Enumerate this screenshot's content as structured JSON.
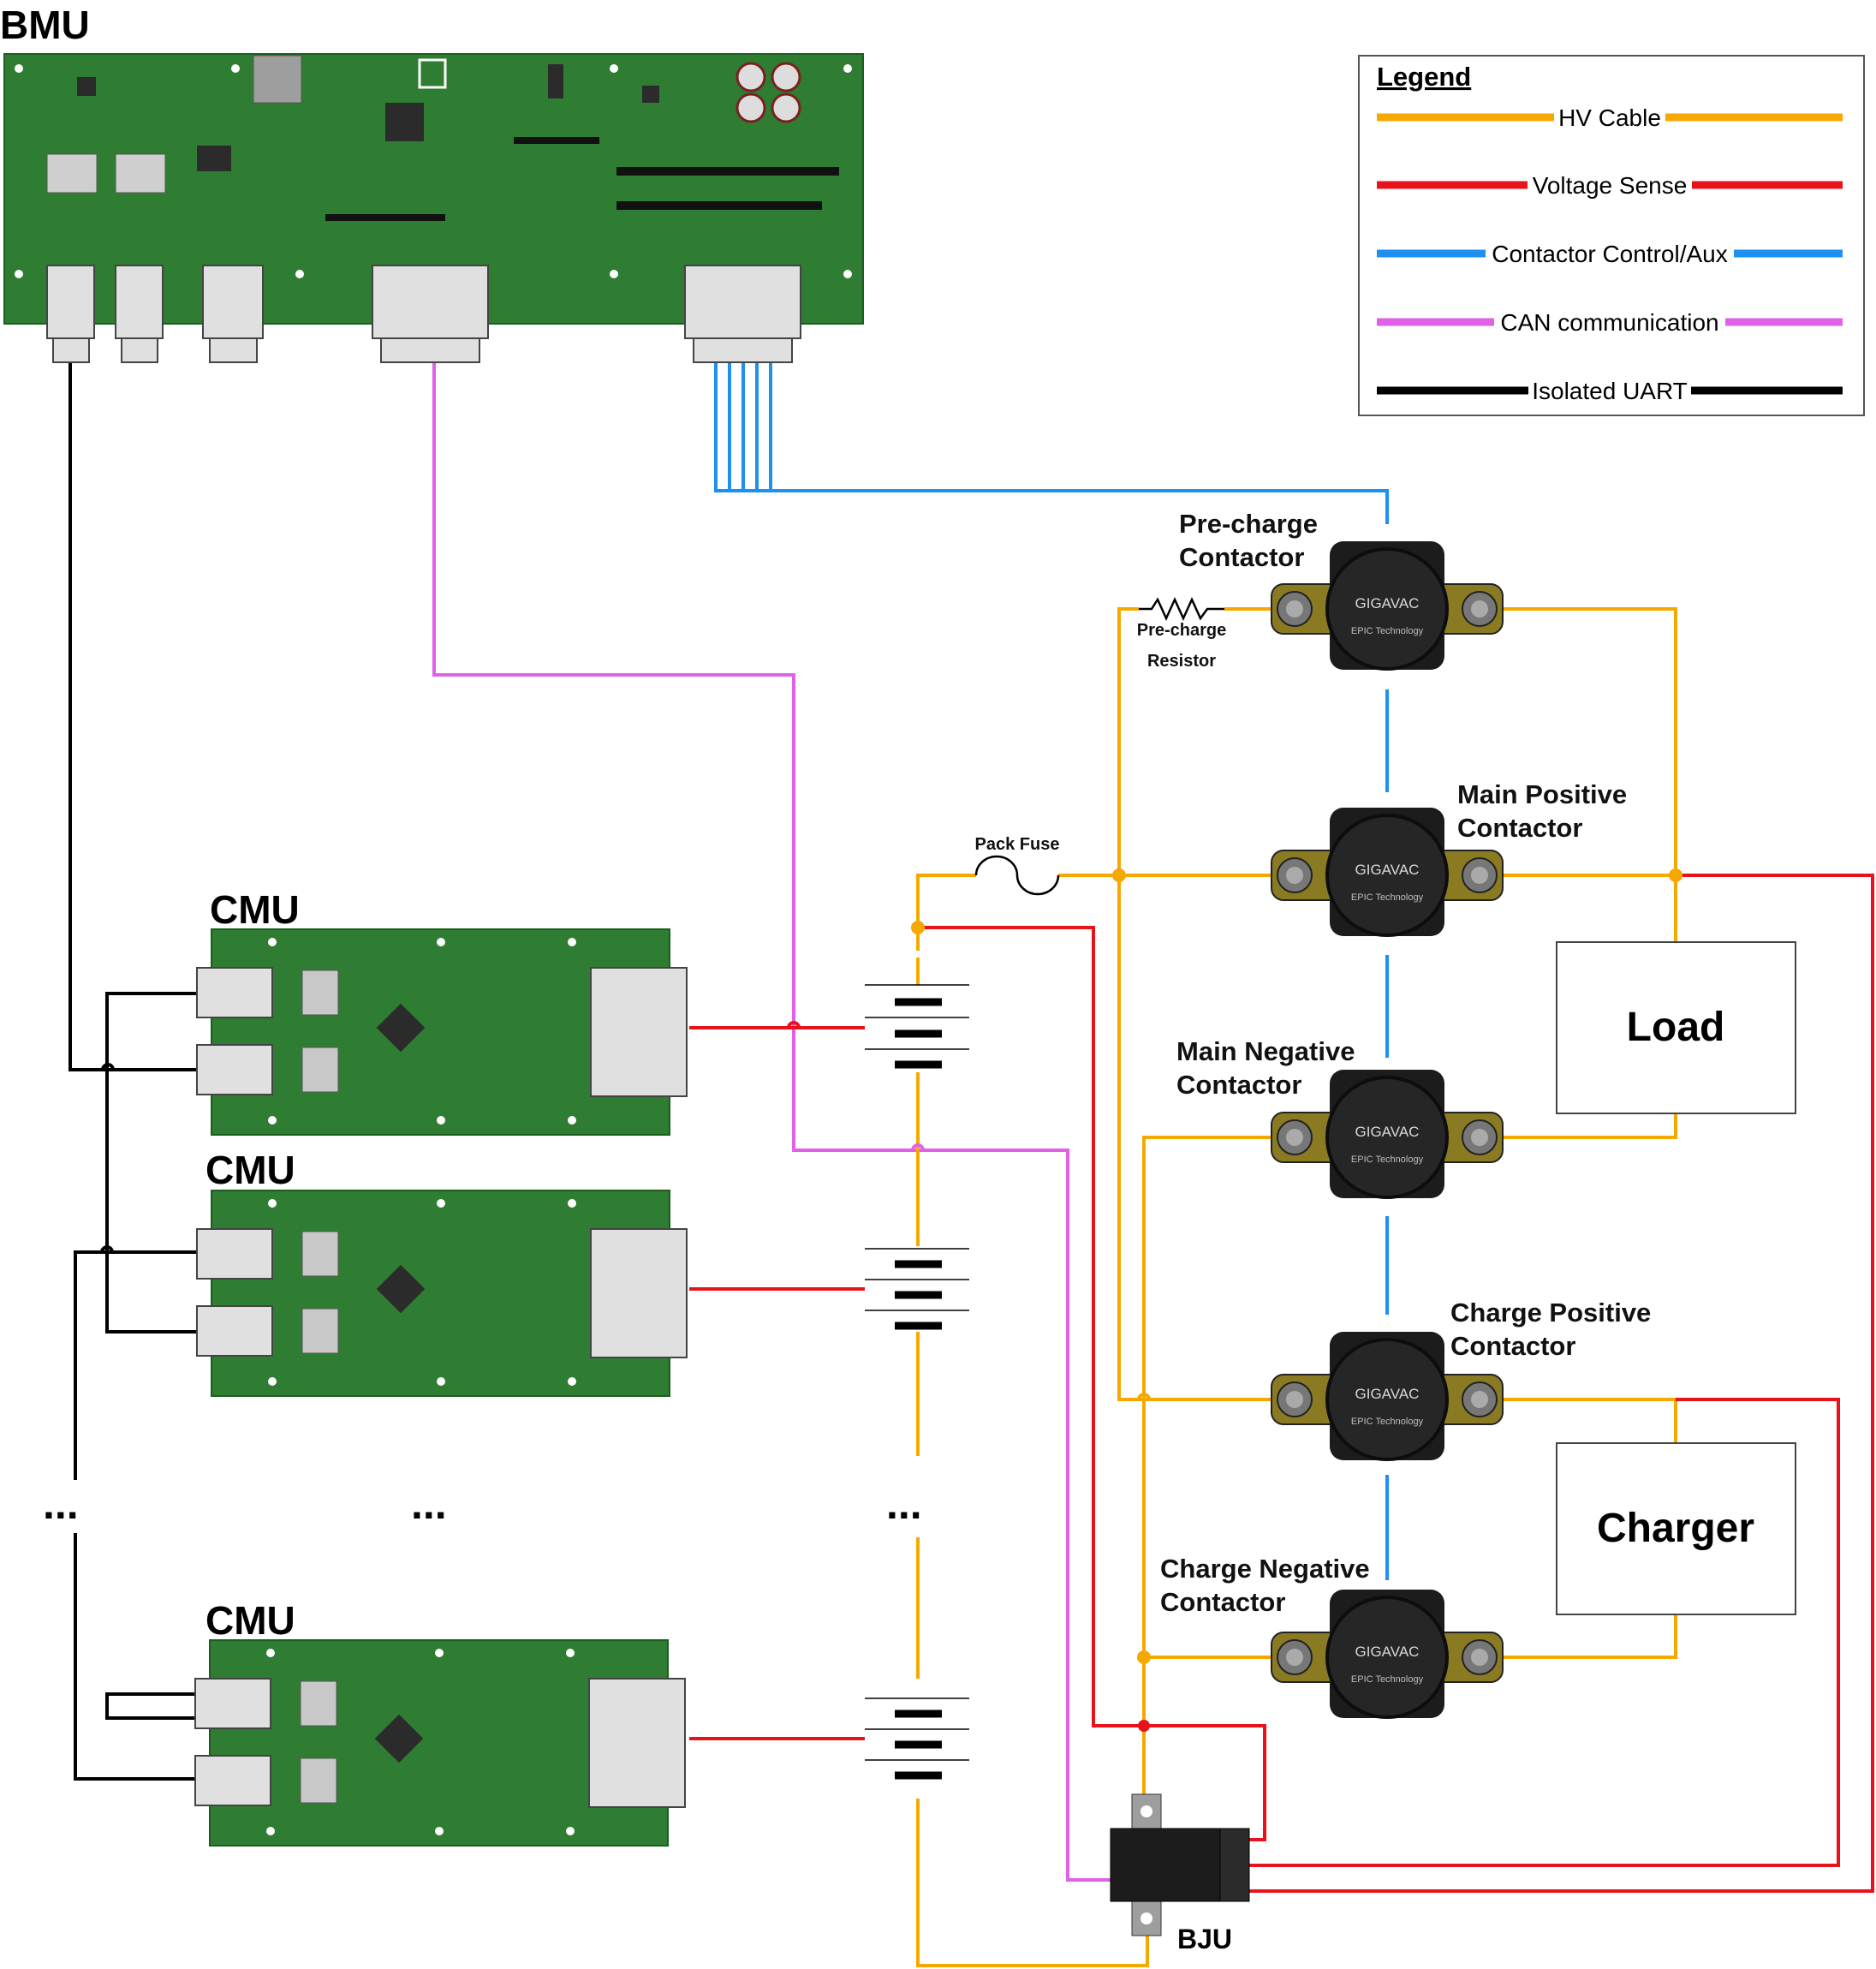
{
  "labels": {
    "bmu": "BMU",
    "cmu": "CMU",
    "bju": "BJU",
    "load": "Load",
    "charger": "Charger",
    "pack_fuse": "Pack Fuse",
    "precharge_resistor_1": "Pre-charge",
    "precharge_resistor_2": "Resistor",
    "ellipsis": "..."
  },
  "contactors": [
    {
      "line1": "Pre-charge",
      "line2": "Contactor",
      "brand": "GIGAVAC",
      "sub": "EPIC Technology"
    },
    {
      "line1": "Main Positive",
      "line2": "Contactor",
      "brand": "GIGAVAC",
      "sub": "EPIC Technology"
    },
    {
      "line1": "Main Negative",
      "line2": "Contactor",
      "brand": "GIGAVAC",
      "sub": "EPIC Technology"
    },
    {
      "line1": "Charge Positive",
      "line2": "Contactor",
      "brand": "GIGAVAC",
      "sub": "EPIC Technology"
    },
    {
      "line1": "Charge Negative",
      "line2": "Contactor",
      "brand": "GIGAVAC",
      "sub": "EPIC Technology"
    }
  ],
  "legend": {
    "title": "Legend",
    "items": [
      {
        "label": "HV Cable",
        "color": "#F5A800"
      },
      {
        "label": "Voltage Sense",
        "color": "#E8121B"
      },
      {
        "label": "Contactor Control/Aux",
        "color": "#1E90F0"
      },
      {
        "label": "CAN communication",
        "color": "#E060E8"
      },
      {
        "label": "Isolated UART",
        "color": "#000000"
      }
    ]
  },
  "colors": {
    "pcb": "#2E7D32",
    "pcb_dark": "#1B5E20",
    "hv": "#F5A800",
    "sense": "#E8121B",
    "ctrl": "#1E90F0",
    "can": "#E060E8",
    "uart": "#000000"
  }
}
